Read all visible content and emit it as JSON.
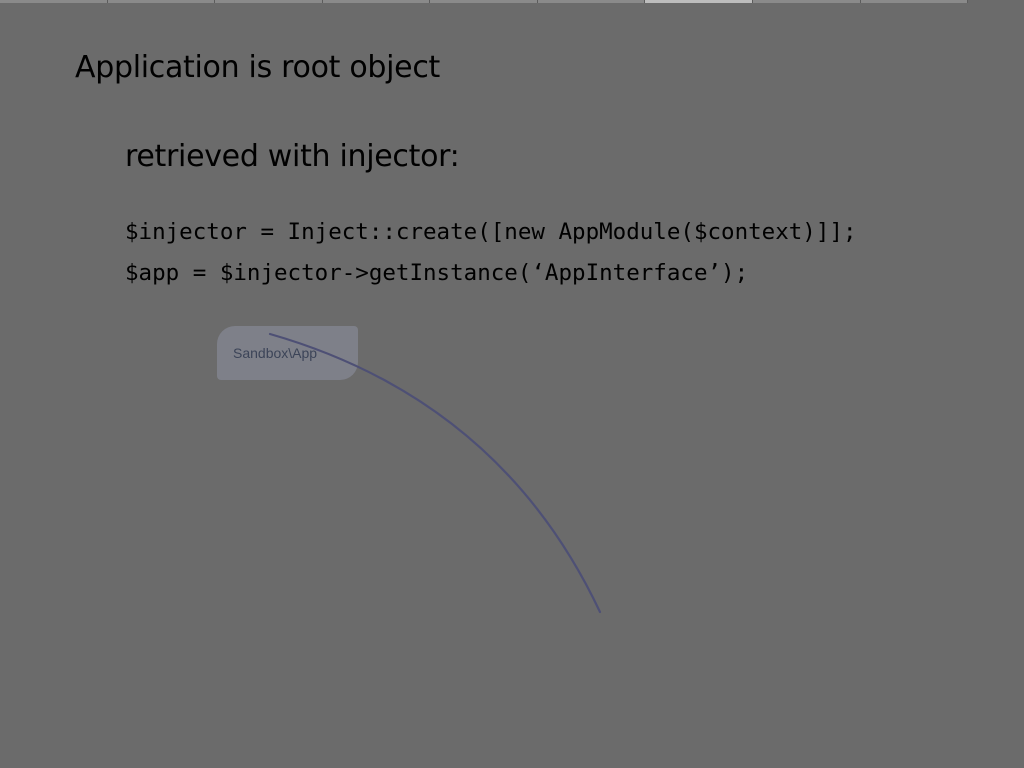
{
  "slide": {
    "title": "Application is root object",
    "subtitle": "retrieved with injector:",
    "code_lines": [
      "$injector = Inject::create([new AppModule($context)]];",
      "$app = $injector->getInstance(‘AppInterface’);"
    ]
  },
  "diagram": {
    "node_label": "Sandbox\\App"
  },
  "colors": {
    "background": "#6b6b6b",
    "text": "#000000",
    "node_fill": "#969baf",
    "edge": "#4e5075"
  }
}
